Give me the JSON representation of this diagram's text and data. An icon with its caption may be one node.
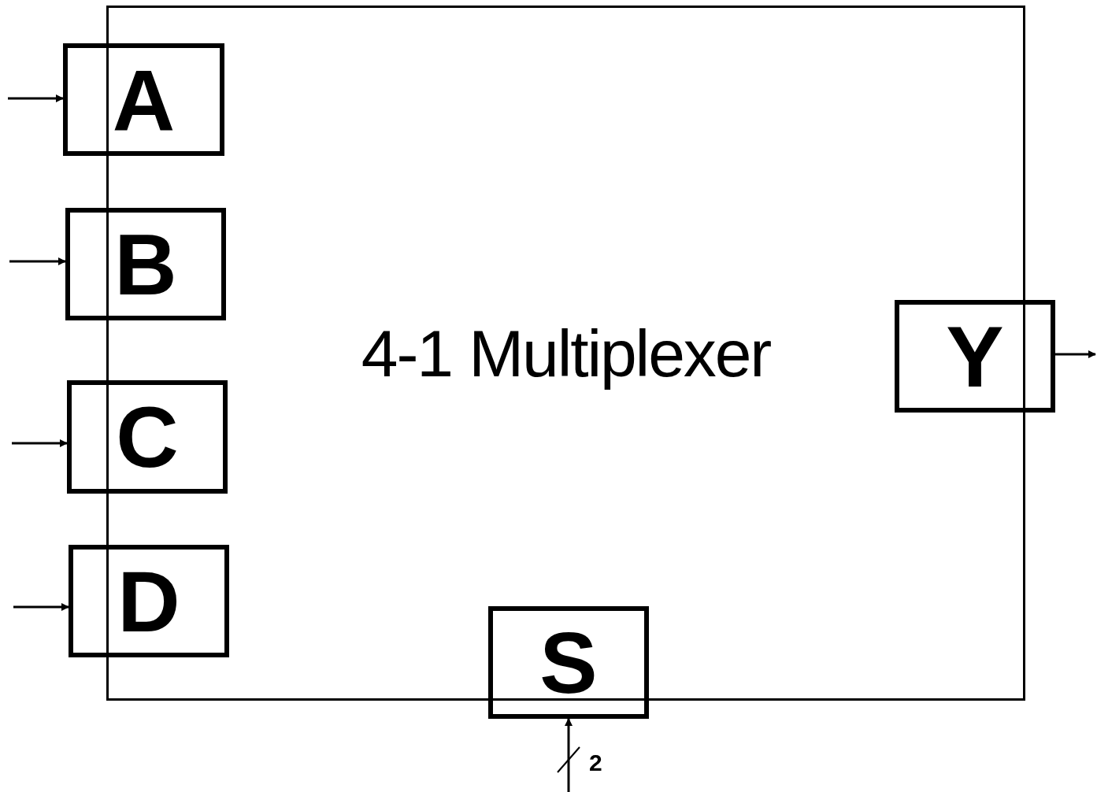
{
  "diagram": {
    "nodes": [
      {
        "text": [
          "4-1 Multiplexer"
        ]
      },
      {
        "text": [
          "A"
        ]
      },
      {
        "text": [
          "B"
        ]
      },
      {
        "text": [
          "C"
        ]
      },
      {
        "text": [
          "D"
        ]
      },
      {
        "text": [
          "Y"
        ]
      },
      {
        "text": [
          "S"
        ]
      }
    ],
    "edges": [
      {
        "from": null,
        "to": 1,
        "arrow": "to"
      },
      {
        "from": null,
        "to": 2,
        "arrow": "to"
      },
      {
        "from": null,
        "to": 3,
        "arrow": "to"
      },
      {
        "from": null,
        "to": 4,
        "arrow": "to"
      },
      {
        "from": 5,
        "to": null,
        "arrow": "to"
      },
      {
        "from": null,
        "to": 6,
        "arrow": "to",
        "label": "2"
      }
    ]
  }
}
